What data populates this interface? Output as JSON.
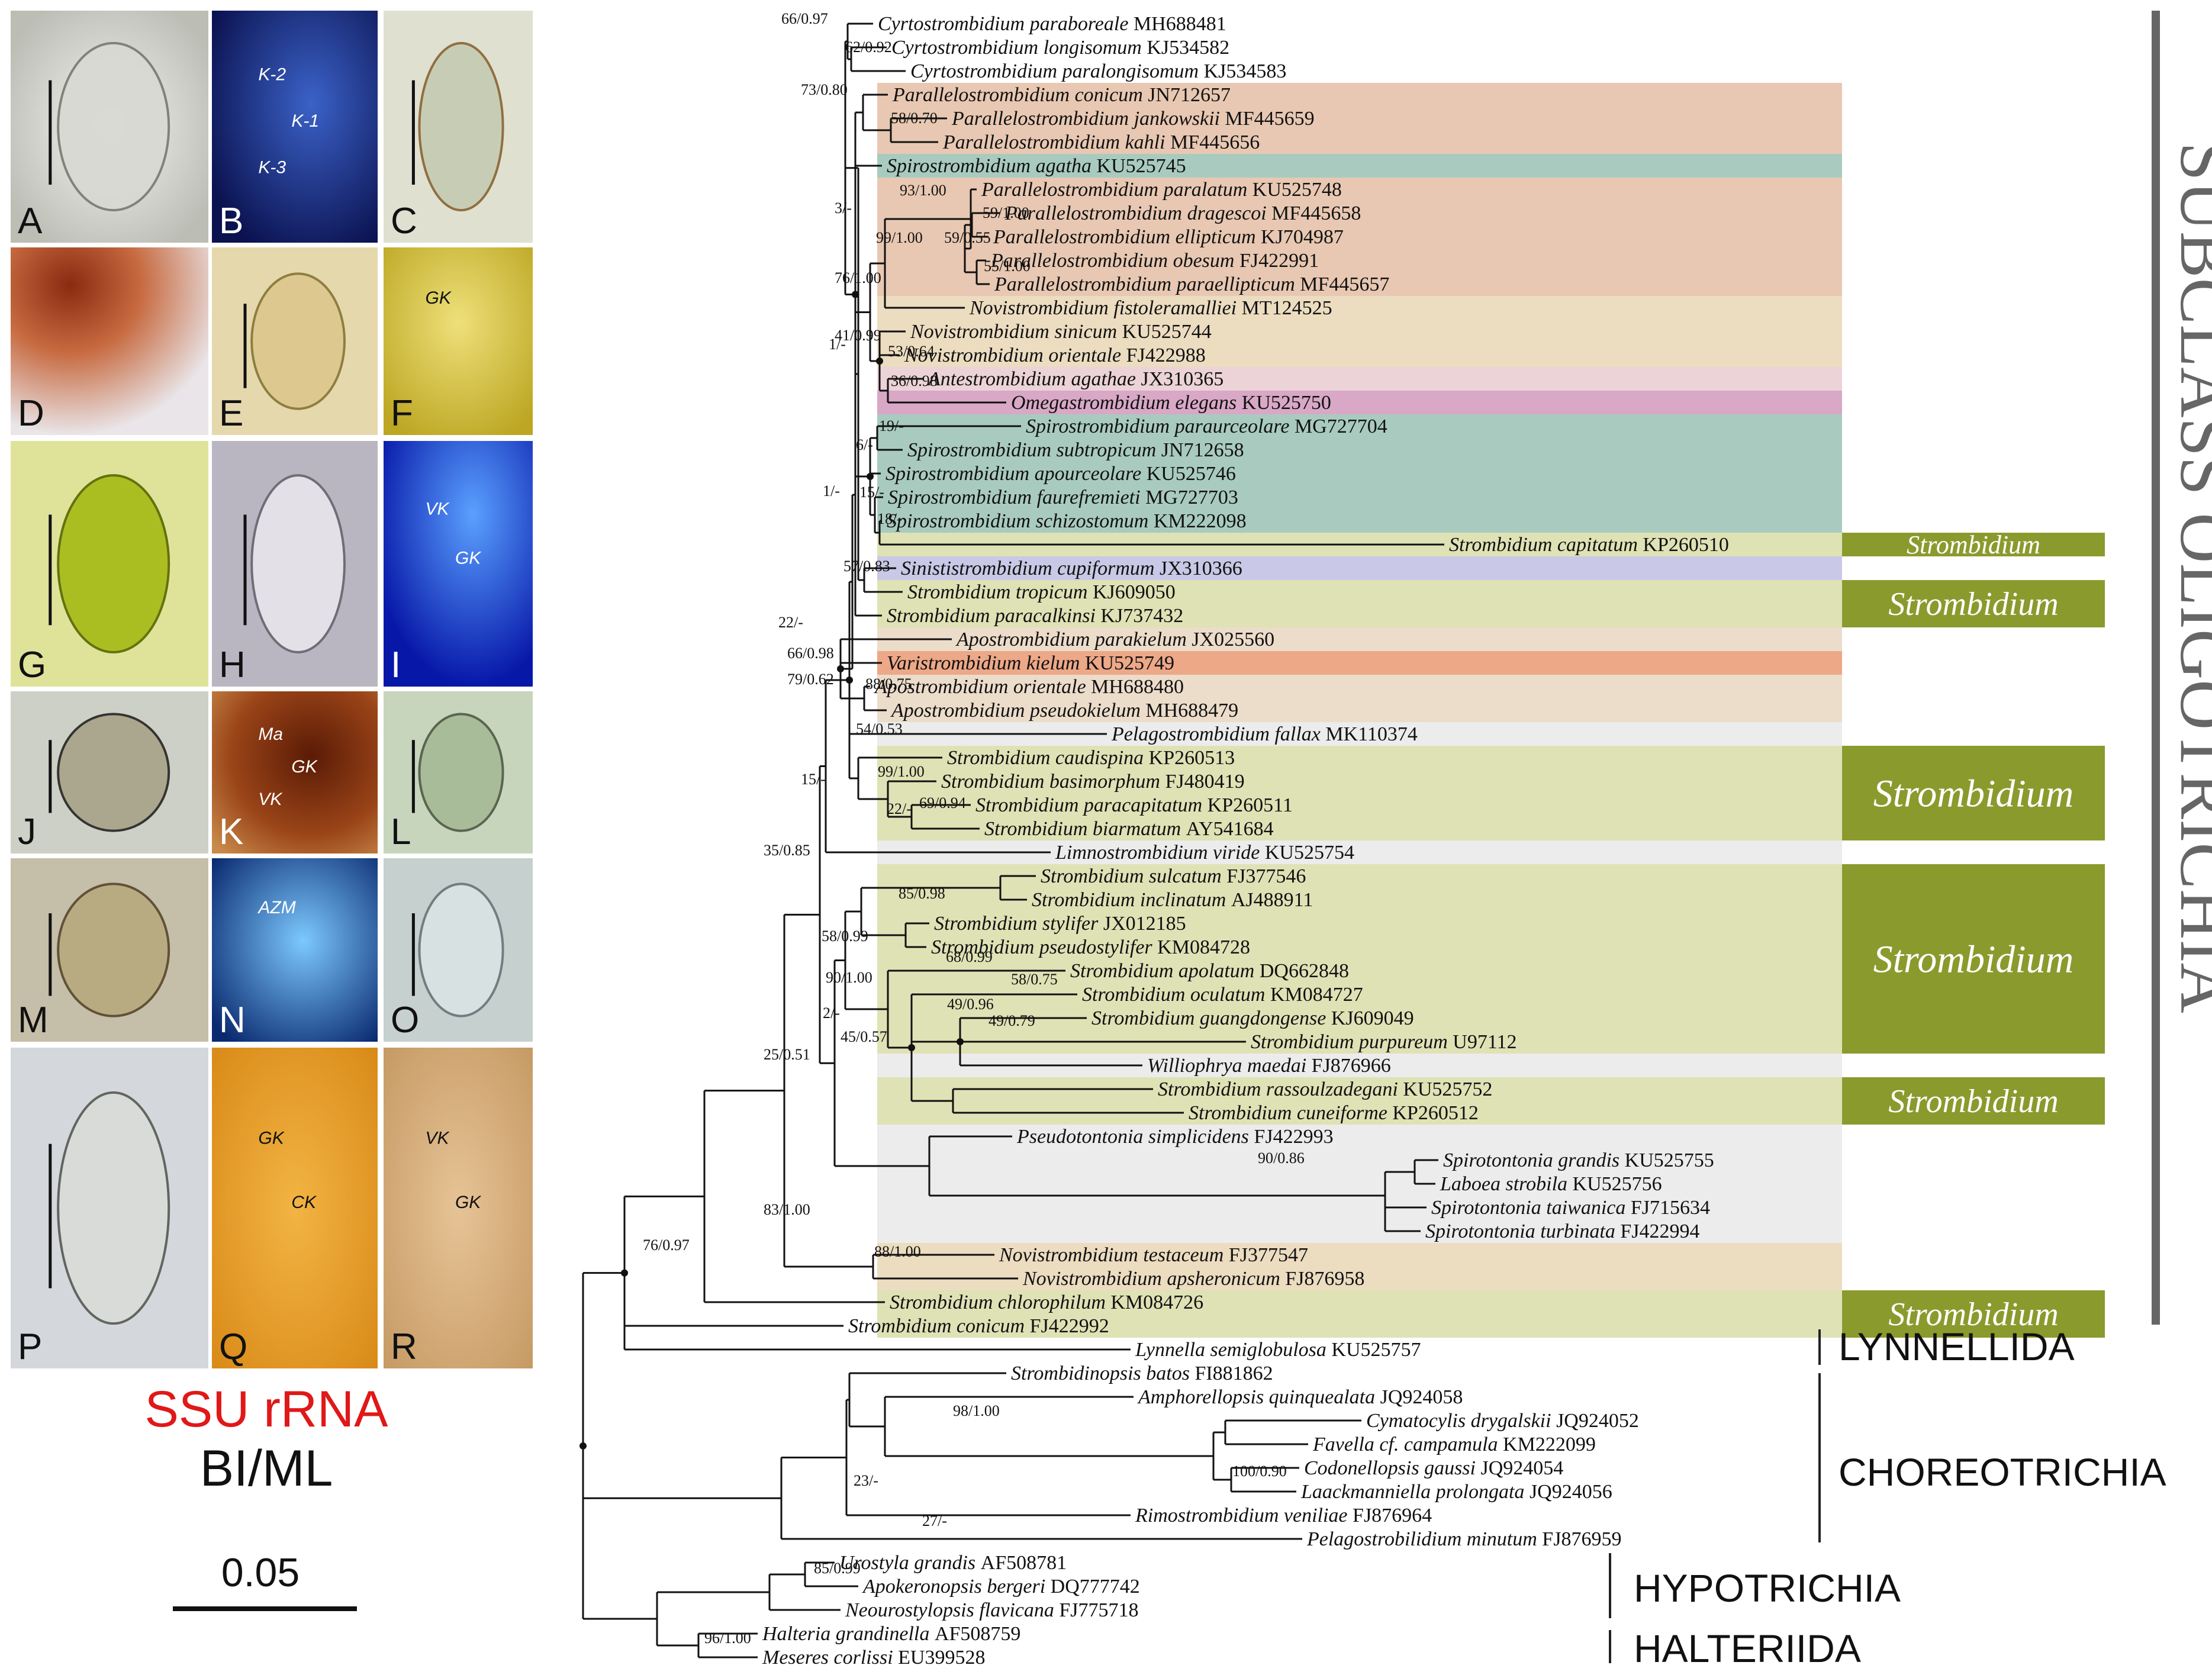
{
  "panel_letters": [
    "A",
    "B",
    "C",
    "D",
    "E",
    "F",
    "G",
    "H",
    "I",
    "J",
    "K",
    "L",
    "M",
    "N",
    "O",
    "P",
    "Q",
    "R"
  ],
  "panel_labels": {
    "B": [
      "K-2",
      "K-1",
      "K-3"
    ],
    "F": [
      "GK"
    ],
    "I": [
      "VK",
      "GK"
    ],
    "K": [
      "Ma",
      "GK",
      "VK"
    ],
    "N": [
      "AZM"
    ],
    "Q": [
      "GK",
      "CK"
    ],
    "R": [
      "VK",
      "GK"
    ]
  },
  "legend": {
    "line1": "SSU rRNA",
    "line2": "BI/ML",
    "scale_value": "0.05"
  },
  "group_labels": {
    "subclass": "SUBCLASS OLIGOTRICHIA",
    "lynnellida": "LYNNELLIDA",
    "choreotrichia": "CHOREOTRICHIA",
    "hypotrichia": "HYPOTRICHIA",
    "halteriida": "HALTERIIDA",
    "strombidium": "Strombidium"
  },
  "taxa": [
    {
      "name": "Cyrtostrombidium paraboreale",
      "acc": "MH688481"
    },
    {
      "name": "Cyrtostrombidium longisomum",
      "acc": "KJ534582"
    },
    {
      "name": "Cyrtostrombidium paralongisomum",
      "acc": "KJ534583"
    },
    {
      "name": "Parallelostrombidium conicum",
      "acc": "JN712657"
    },
    {
      "name": "Parallelostrombidium jankowskii",
      "acc": "MF445659"
    },
    {
      "name": "Parallelostrombidium kahli",
      "acc": "MF445656"
    },
    {
      "name": "Spirostrombidium agatha",
      "acc": "KU525745"
    },
    {
      "name": "Parallelostrombidium paralatum",
      "acc": "KU525748"
    },
    {
      "name": "Parallelostrombidium dragescoi",
      "acc": "MF445658"
    },
    {
      "name": "Parallelostrombidium ellipticum",
      "acc": "KJ704987"
    },
    {
      "name": "Parallelostrombidium obesum",
      "acc": "FJ422991"
    },
    {
      "name": "Parallelostrombidium paraellipticum",
      "acc": "MF445657"
    },
    {
      "name": "Novistrombidium fistoleramalliei",
      "acc": "MT124525"
    },
    {
      "name": "Novistrombidium sinicum",
      "acc": "KU525744"
    },
    {
      "name": "Novistrombidium orientale",
      "acc": "FJ422988"
    },
    {
      "name": "Antestrombidium agathae",
      "acc": "JX310365"
    },
    {
      "name": "Omegastrombidium elegans",
      "acc": "KU525750"
    },
    {
      "name": "Spirostrombidium paraurceolare",
      "acc": "MG727704"
    },
    {
      "name": "Spirostrombidium subtropicum",
      "acc": "JN712658"
    },
    {
      "name": "Spirostrombidium apourceolare",
      "acc": "KU525746"
    },
    {
      "name": "Spirostrombidium faurefremieti",
      "acc": "MG727703"
    },
    {
      "name": "Spirostrombidium schizostomum",
      "acc": "KM222098"
    },
    {
      "name": "Strombidium capitatum",
      "acc": "KP260510"
    },
    {
      "name": "Sinististrombidium cupiformum",
      "acc": "JX310366"
    },
    {
      "name": "Strombidium tropicum",
      "acc": "KJ609050"
    },
    {
      "name": "Strombidium paracalkinsi",
      "acc": "KJ737432"
    },
    {
      "name": "Apostrombidium parakielum",
      "acc": "JX025560"
    },
    {
      "name": "Varistrombidium kielum",
      "acc": "KU525749"
    },
    {
      "name": "Apostrombidium orientale",
      "acc": "MH688480"
    },
    {
      "name": "Apostrombidium pseudokielum",
      "acc": "MH688479"
    },
    {
      "name": "Pelagostrombidium fallax",
      "acc": "MK110374"
    },
    {
      "name": "Strombidium caudispina",
      "acc": "KP260513"
    },
    {
      "name": "Strombidium basimorphum",
      "acc": "FJ480419"
    },
    {
      "name": "Strombidium paracapitatum",
      "acc": "KP260511"
    },
    {
      "name": "Strombidium biarmatum",
      "acc": "AY541684"
    },
    {
      "name": "Limnostrombidium viride",
      "acc": "KU525754"
    },
    {
      "name": "Strombidium sulcatum",
      "acc": "FJ377546"
    },
    {
      "name": "Strombidium inclinatum",
      "acc": "AJ488911"
    },
    {
      "name": "Strombidium stylifer",
      "acc": "JX012185"
    },
    {
      "name": "Strombidium pseudostylifer",
      "acc": "KM084728"
    },
    {
      "name": "Strombidium apolatum",
      "acc": "DQ662848"
    },
    {
      "name": "Strombidium oculatum",
      "acc": "KM084727"
    },
    {
      "name": "Strombidium guangdongense",
      "acc": "KJ609049"
    },
    {
      "name": "Strombidium purpureum",
      "acc": "U97112"
    },
    {
      "name": "Williophrya maedai",
      "acc": "FJ876966"
    },
    {
      "name": "Strombidium rassoulzadegani",
      "acc": "KU525752"
    },
    {
      "name": "Strombidium cuneiforme",
      "acc": "KP260512"
    },
    {
      "name": "Pseudotontonia simplicidens",
      "acc": "FJ422993"
    },
    {
      "name": "Spirotontonia grandis",
      "acc": "KU525755"
    },
    {
      "name": "Laboea strobila",
      "acc": "KU525756"
    },
    {
      "name": "Spirotontonia taiwanica",
      "acc": "FJ715634"
    },
    {
      "name": "Spirotontonia turbinata",
      "acc": "FJ422994"
    },
    {
      "name": "Novistrombidium testaceum",
      "acc": "FJ377547"
    },
    {
      "name": "Novistrombidium apsheronicum",
      "acc": "FJ876958"
    },
    {
      "name": "Strombidium chlorophilum",
      "acc": "KM084726"
    },
    {
      "name": "Strombidium conicum",
      "acc": "FJ422992"
    },
    {
      "name": "Lynnella semiglobulosa",
      "acc": "KU525757"
    },
    {
      "name": "Strombidinopsis batos",
      "acc": "FI881862"
    },
    {
      "name": "Amphorellopsis quinquealata",
      "acc": "JQ924058"
    },
    {
      "name": "Cymatocylis drygalskii",
      "acc": "JQ924052"
    },
    {
      "name": "Favella cf. campamula",
      "acc": "KM222099"
    },
    {
      "name": "Codonellopsis gaussi",
      "acc": "JQ924054"
    },
    {
      "name": "Laackmanniella prolongata",
      "acc": "JQ924056"
    },
    {
      "name": "Rimostrombidium veniliae",
      "acc": "FJ876964"
    },
    {
      "name": "Pelagostrobilidium minutum",
      "acc": "FJ876959"
    },
    {
      "name": "Urostyla grandis",
      "acc": "AF508781"
    },
    {
      "name": "Apokeronopsis bergeri",
      "acc": "DQ777742"
    },
    {
      "name": "Neourostylopsis flavicana",
      "acc": "FJ775718"
    },
    {
      "name": "Halteria grandinella",
      "acc": "AF508759"
    },
    {
      "name": "Meseres corlissi",
      "acc": "EU399528"
    }
  ],
  "support": [
    "66/0.97",
    "62/0.92",
    "73/0.80",
    "58/0.70",
    "3/-",
    "93/1.00",
    "59/1.00",
    "59/0.55",
    "55/1.00",
    "99/1.00",
    "76/1.00",
    "41/0.99",
    "1/-",
    "53/0.64",
    "36/0.98",
    "19/-",
    "6/-",
    "15/-",
    "18/-",
    "1/-",
    "57/0.83",
    "22/-",
    "66/0.98",
    "79/0.62",
    "88/0.75",
    "54/0.53",
    "99/1.00",
    "15/-",
    "69/0.94",
    "22/-",
    "35/0.85",
    "85/0.98",
    "58/0.99",
    "68/0.99",
    "58/0.75",
    "90/1.00",
    "49/0.96",
    "49/0.79",
    "2/-",
    "45/0.57",
    "25/0.51",
    "90/0.86",
    "83/1.00",
    "88/1.00",
    "76/0.97",
    "98/1.00",
    "100/0.90",
    "23/-",
    "27/-",
    "85/0.99",
    "96/1.00"
  ],
  "colors": {
    "parallelo": "#e8c8b2",
    "spiro": "#a9cbbf",
    "novi": "#ecdcc0",
    "antest": "#ecd3d8",
    "omega": "#d8a8c6",
    "strombidium": "#dfe2b5",
    "sinisti": "#c9c8e6",
    "apostro": "#ecdcca",
    "varistro": "#eda888",
    "pelago": "#ececec",
    "tontonia": "#ececec",
    "strombidium_box": "#8b9a2d",
    "legend_red": "#e01818"
  }
}
